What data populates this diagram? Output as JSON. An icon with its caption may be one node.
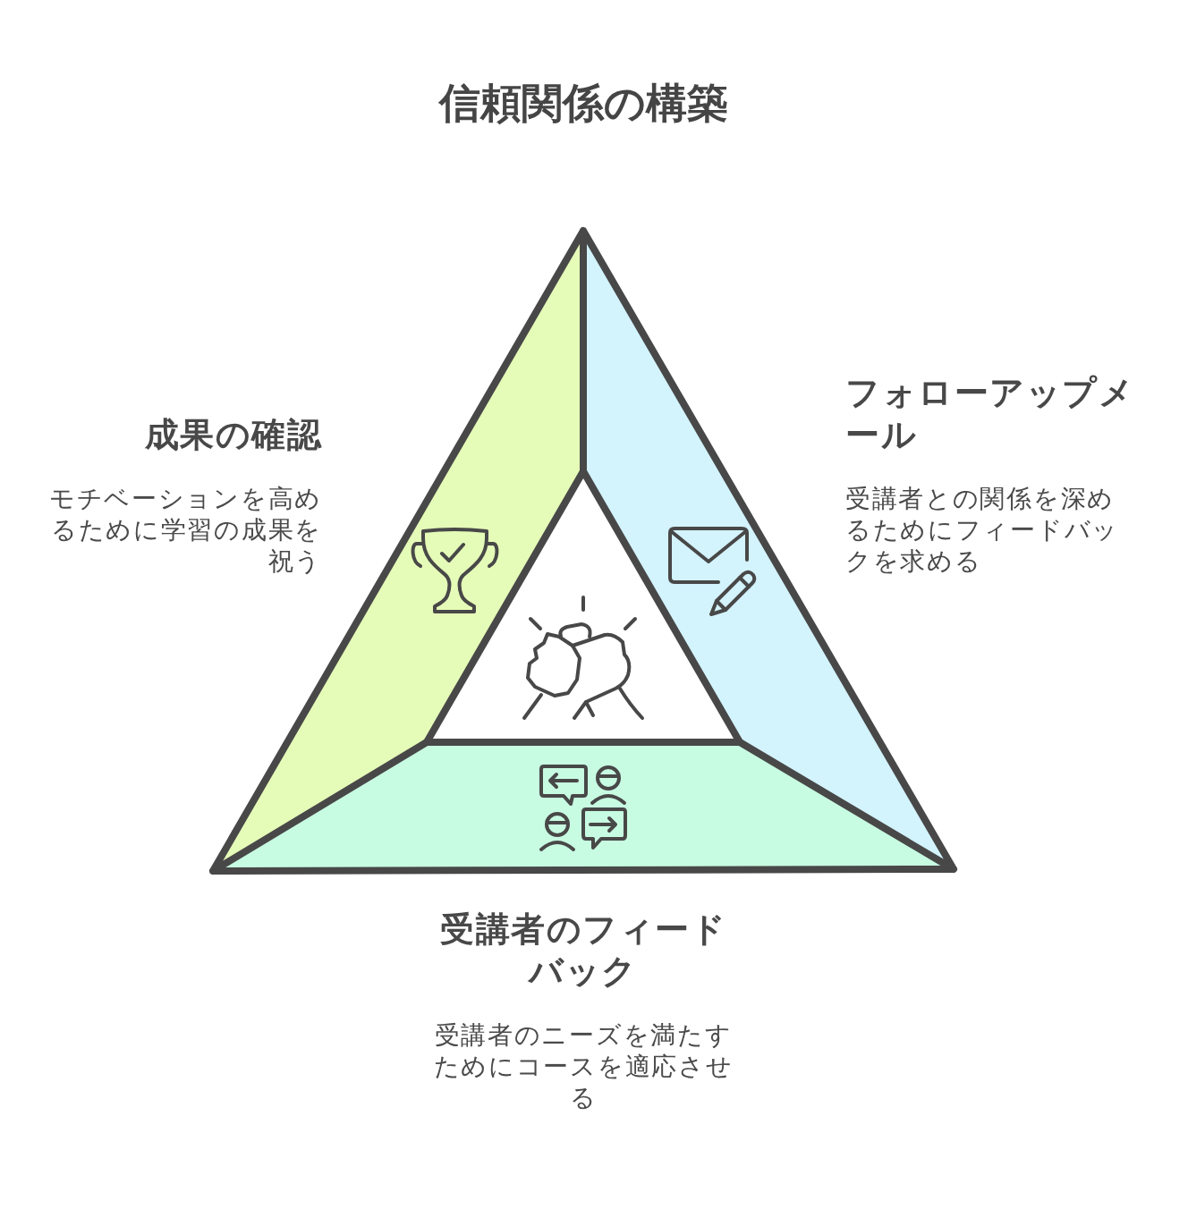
{
  "diagram": {
    "title": "信頼関係の構築",
    "nodes": [
      {
        "text": [
          "成果の確認",
          "モチベーションを高めるために学習の成果を祝う"
        ]
      },
      {
        "text": [
          "フォローアップメール",
          "受講者との関係を深めるためにフィードバックを求める"
        ]
      },
      {
        "text": [
          "受講者のフィードバック",
          "受講者のニーズを満たすためにコースを適応させる"
        ]
      },
      {
        "text": [],
        "shape": "triangle"
      }
    ]
  }
}
